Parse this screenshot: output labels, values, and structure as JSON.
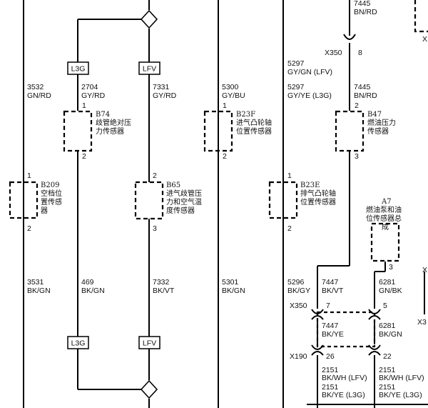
{
  "option_tags": {
    "l3g": "L3G",
    "lfv": "LFV"
  },
  "wires": {
    "w3532": {
      "num": "3532",
      "color": "GN/RD"
    },
    "w3531": {
      "num": "3531",
      "color": "BK/GN"
    },
    "w2704": {
      "num": "2704",
      "color": "GY/RD"
    },
    "w469": {
      "num": "469",
      "color": "BK/GN"
    },
    "w7331": {
      "num": "7331",
      "color": "GY/RD"
    },
    "w7332": {
      "num": "7332",
      "color": "BK/VT"
    },
    "w5300": {
      "num": "5300",
      "color": "GY/BU"
    },
    "w5301": {
      "num": "5301",
      "color": "BK/GN"
    },
    "w5297a": {
      "num": "5297",
      "color": "GY/GN (LFV)"
    },
    "w5297b": {
      "num": "5297",
      "color": "GY/YE (L3G)"
    },
    "w5296": {
      "num": "5296",
      "color": "BK/GY"
    },
    "w7445top": {
      "num": "7445",
      "color": "BN/RD"
    },
    "w7445": {
      "num": "7445",
      "color": "BN/RD"
    },
    "w7447": {
      "num": "7447",
      "color": "BK/VT"
    },
    "w7447b": {
      "num": "7447",
      "color": "BK/YE"
    },
    "w6281": {
      "num": "6281",
      "color": "GN/BK"
    },
    "w6281b": {
      "num": "6281",
      "color": "BK/GN"
    },
    "w2151a": {
      "num": "2151",
      "color": "BK/WH (LFV)"
    },
    "w2151b": {
      "num": "2151",
      "color": "BK/YE (L3G)"
    },
    "w2151c": {
      "num": "2151",
      "color": "BK/WH (LFV)"
    },
    "w2151d": {
      "num": "2151",
      "color": "BK/YE (L3G)"
    }
  },
  "components": {
    "b74": {
      "id": "B74",
      "line1": "歧管绝对压",
      "line2": "力传感器"
    },
    "b209": {
      "id": "B209",
      "line1": "空档位",
      "line2": "置传感",
      "line3": "器"
    },
    "b65": {
      "id": "B65",
      "line1": "进气歧管压",
      "line2": "力和空气温",
      "line3": "度传感器"
    },
    "b23f": {
      "id": "B23F",
      "line1": "进气凸轮轴",
      "line2": "位置传感器"
    },
    "b23e": {
      "id": "B23E",
      "line1": "排气凸轮轴",
      "line2": "位置传感器"
    },
    "b47": {
      "id": "B47",
      "line1": "燃油压力",
      "line2": "传感器"
    },
    "a7": {
      "id": "A7",
      "line1": "燃油泵和油",
      "line2": "位传感器总",
      "line3": "成"
    }
  },
  "connectors": {
    "x350": "X350",
    "x190": "X190",
    "x3": "X3",
    "x_edge": "X"
  },
  "pins": {
    "p1": "1",
    "p2": "2",
    "p3": "3",
    "p5": "5",
    "p7": "7",
    "p8": "8",
    "p22": "22",
    "p26": "26"
  }
}
